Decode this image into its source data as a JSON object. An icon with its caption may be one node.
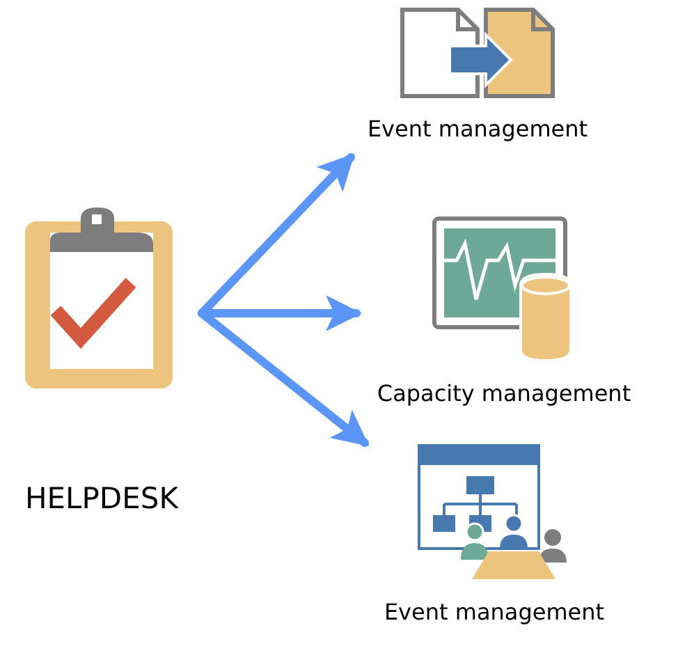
{
  "diagram": {
    "nodes": [
      {
        "text": [
          "HELPDESK"
        ]
      },
      {
        "text": [
          "Event management"
        ]
      },
      {
        "text": [
          "Capacity management"
        ]
      },
      {
        "text": [
          "Event management"
        ]
      }
    ],
    "edges": [
      {
        "from": 0,
        "to": 1,
        "arrow": "to"
      },
      {
        "from": 0,
        "to": 2,
        "arrow": "to"
      },
      {
        "from": 0,
        "to": 3,
        "arrow": "to"
      }
    ]
  }
}
